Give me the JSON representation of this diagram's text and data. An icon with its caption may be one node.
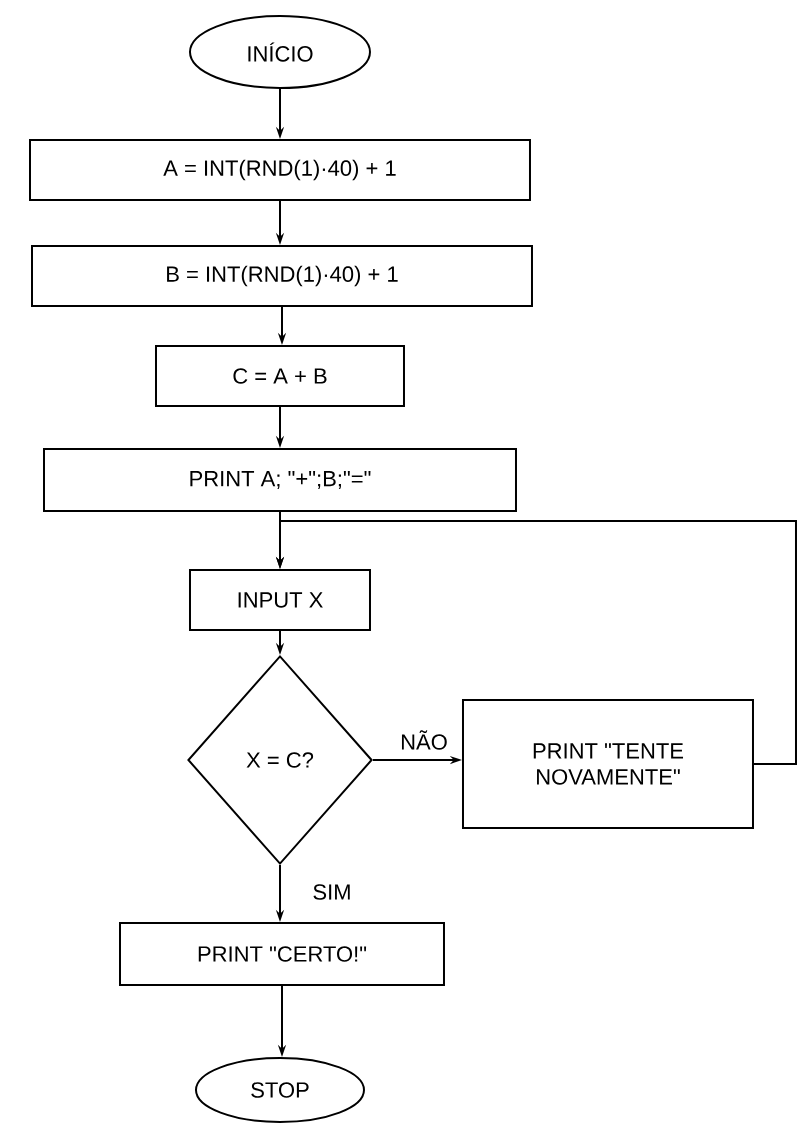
{
  "diagram": {
    "nodes": [
      {
        "text": [
          "INÍCIO"
        ]
      },
      {
        "text": [
          "A = INT(RND(1)·40) + 1"
        ]
      },
      {
        "text": [
          "B = INT(RND(1)·40) + 1"
        ]
      },
      {
        "text": [
          "C = A + B"
        ]
      },
      {
        "text": [
          "PRINT A; \"+\";B;\"=\""
        ]
      },
      {
        "text": [
          "INPUT X"
        ]
      },
      {
        "text": [
          "X = C?"
        ]
      },
      {
        "text": [
          "PRINT \"TENTE NOVAMENTE\""
        ]
      },
      {
        "text": [
          "PRINT \"CERTO!\""
        ]
      },
      {
        "text": [
          "STOP"
        ]
      }
    ],
    "edges": [
      {
        "from": 0,
        "to": 1,
        "arrow": "to"
      },
      {
        "from": 1,
        "to": 2,
        "arrow": "to"
      },
      {
        "from": 2,
        "to": 3,
        "arrow": "to"
      },
      {
        "from": 3,
        "to": 4,
        "arrow": "to"
      },
      {
        "from": 4,
        "to": 5,
        "arrow": "to"
      },
      {
        "from": 5,
        "to": 6,
        "arrow": "to"
      },
      {
        "from": 6,
        "to": 7,
        "arrow": "to",
        "label": "NÃO"
      },
      {
        "from": 6,
        "to": 8,
        "arrow": "to",
        "label": "SIM"
      },
      {
        "from": 7,
        "to": 5,
        "arrow": "to"
      },
      {
        "from": 8,
        "to": 9,
        "arrow": "to"
      }
    ]
  }
}
